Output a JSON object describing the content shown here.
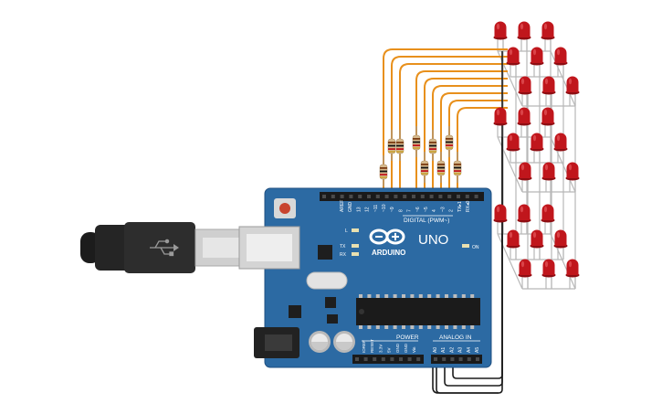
{
  "board": {
    "logo_word": "ARDUINO",
    "model": "UNO",
    "digital_label": "DIGITAL (PWM~)",
    "power_label": "POWER",
    "analog_label": "ANALOG IN",
    "led_labels": [
      "L",
      "TX",
      "RX"
    ],
    "on_label": "ON",
    "top_pins": [
      "AREF",
      "GND",
      "13",
      "12",
      "~11",
      "~10",
      "~9",
      "8",
      "7",
      "~6",
      "~5",
      "4",
      "~3",
      "2",
      "TX▸1",
      "RX◂0"
    ],
    "power_pins": [
      "IOREF",
      "RESET",
      "3.3V",
      "5V",
      "GND",
      "GND",
      "Vin"
    ],
    "analog_pins": [
      "A0",
      "A1",
      "A2",
      "A3",
      "A4",
      "A5"
    ]
  },
  "colors": {
    "board": "#2c6aa3",
    "board_edge": "#1f4f80",
    "wire_digital": "#e8901c",
    "wire_analog": "#1c1c1c",
    "led": "#c0161c",
    "led_dark": "#8e0d12",
    "resistor_body": "#d6b98c"
  },
  "cube": {
    "layers": 3,
    "rows": 3,
    "cols": 3,
    "leds": 27
  },
  "resistors": {
    "count": 9
  },
  "icons": [
    "usb-plug-icon",
    "usb-symbol-icon",
    "arduino-infinity-logo-icon",
    "reset-button-icon"
  ]
}
